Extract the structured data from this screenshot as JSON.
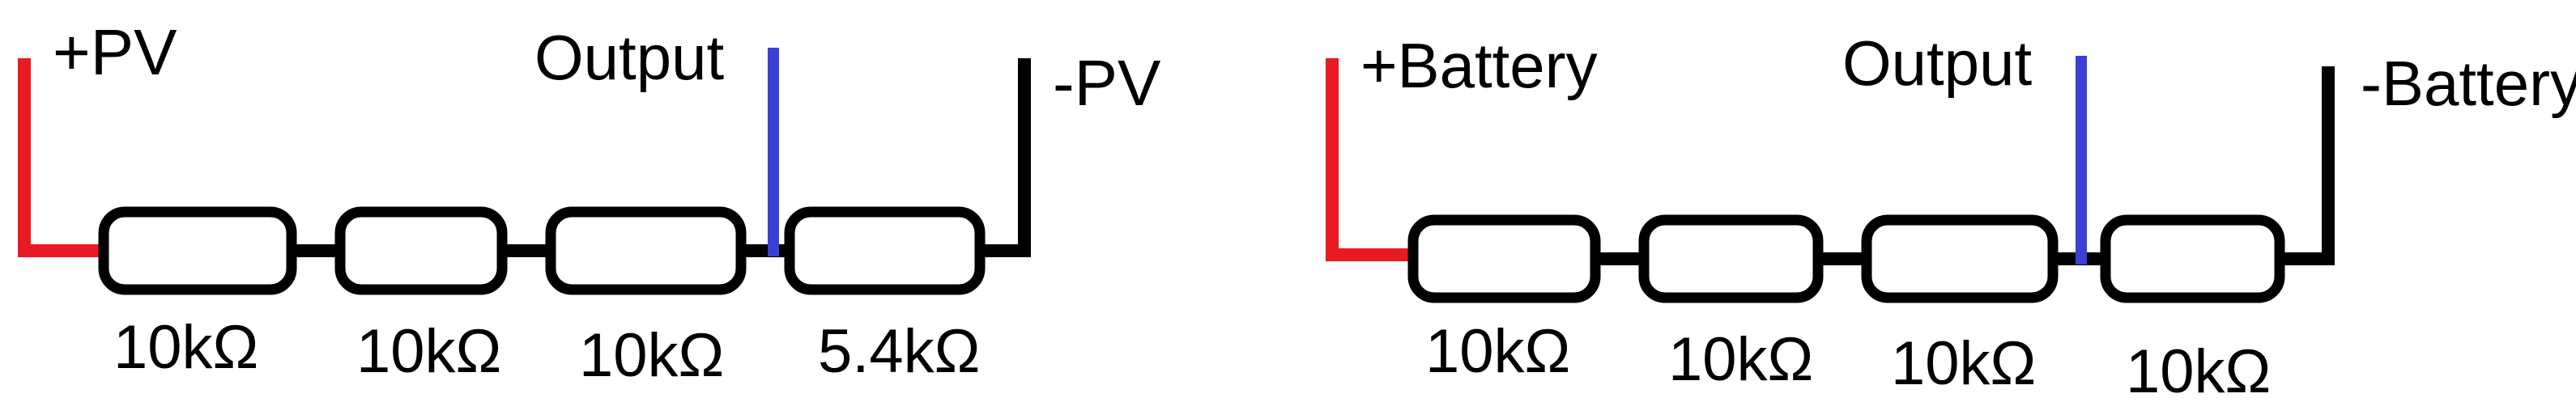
{
  "left_circuit": {
    "positive_label": "+PV",
    "output_label": "Output",
    "negative_label": "-PV",
    "resistors": [
      "10kΩ",
      "10kΩ",
      "10kΩ",
      "5.4kΩ"
    ]
  },
  "right_circuit": {
    "positive_label": "+Battery",
    "output_label": "Output",
    "negative_label": "-Battery",
    "resistors": [
      "10kΩ",
      "10kΩ",
      "10kΩ",
      "10kΩ"
    ]
  },
  "colors": {
    "positive_wire": "#e81b23",
    "output_wire": "#3b3fd4",
    "wire": "#000000"
  }
}
